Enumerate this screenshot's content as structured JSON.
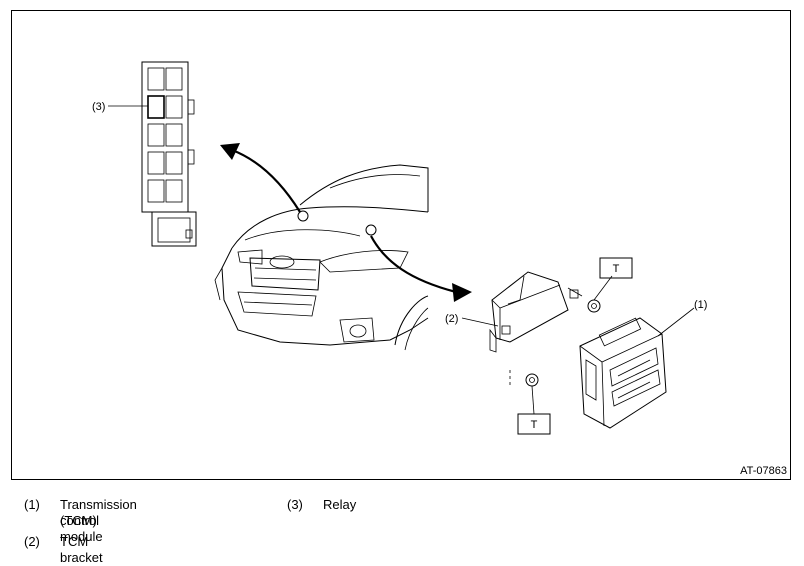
{
  "diagram": {
    "code": "AT-07863",
    "callouts": {
      "relay": "(3)",
      "bracket": "(2)",
      "tcm": "(1)",
      "torque_upper": "T",
      "torque_lower": "T"
    }
  },
  "legend": {
    "items": [
      {
        "num": "(1)",
        "text": "Transmission control module",
        "text2": "(TCM)"
      },
      {
        "num": "(2)",
        "text": "TCM bracket"
      },
      {
        "num": "(3)",
        "text": "Relay"
      }
    ]
  }
}
